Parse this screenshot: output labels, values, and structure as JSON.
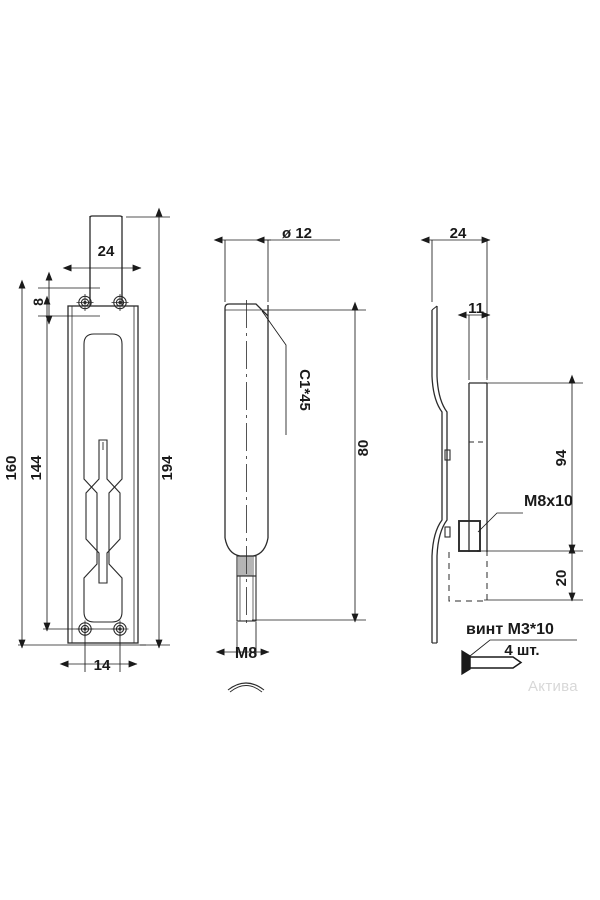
{
  "drawing": {
    "title": "Flush bolt assembly drawing",
    "background_color": "#ffffff",
    "line_color": "#2b2b2b",
    "dim_color": "#1a1a1a",
    "views": {
      "front": {
        "name": "front-view",
        "dimensions": {
          "plate_width_top": "24",
          "hole_offset_top": "8",
          "plate_length": "160",
          "hole_span_vertical": "144",
          "overall_length": "194",
          "hole_span_horizontal": "14"
        }
      },
      "bolt": {
        "name": "bolt-view",
        "dimensions": {
          "diameter": "ø 12",
          "chamfer": "C1*45",
          "length": "80",
          "thread": "M8"
        }
      },
      "side": {
        "name": "side-view",
        "dimensions": {
          "plate_width": "24",
          "boss_width": "11",
          "upper_length": "94",
          "lower_offset": "20",
          "boss_thread": "M8x10"
        }
      },
      "fastener": {
        "name": "fastener-detail",
        "label": "винт М3*10",
        "quantity": "4 шт."
      }
    },
    "watermark": "Актива"
  }
}
